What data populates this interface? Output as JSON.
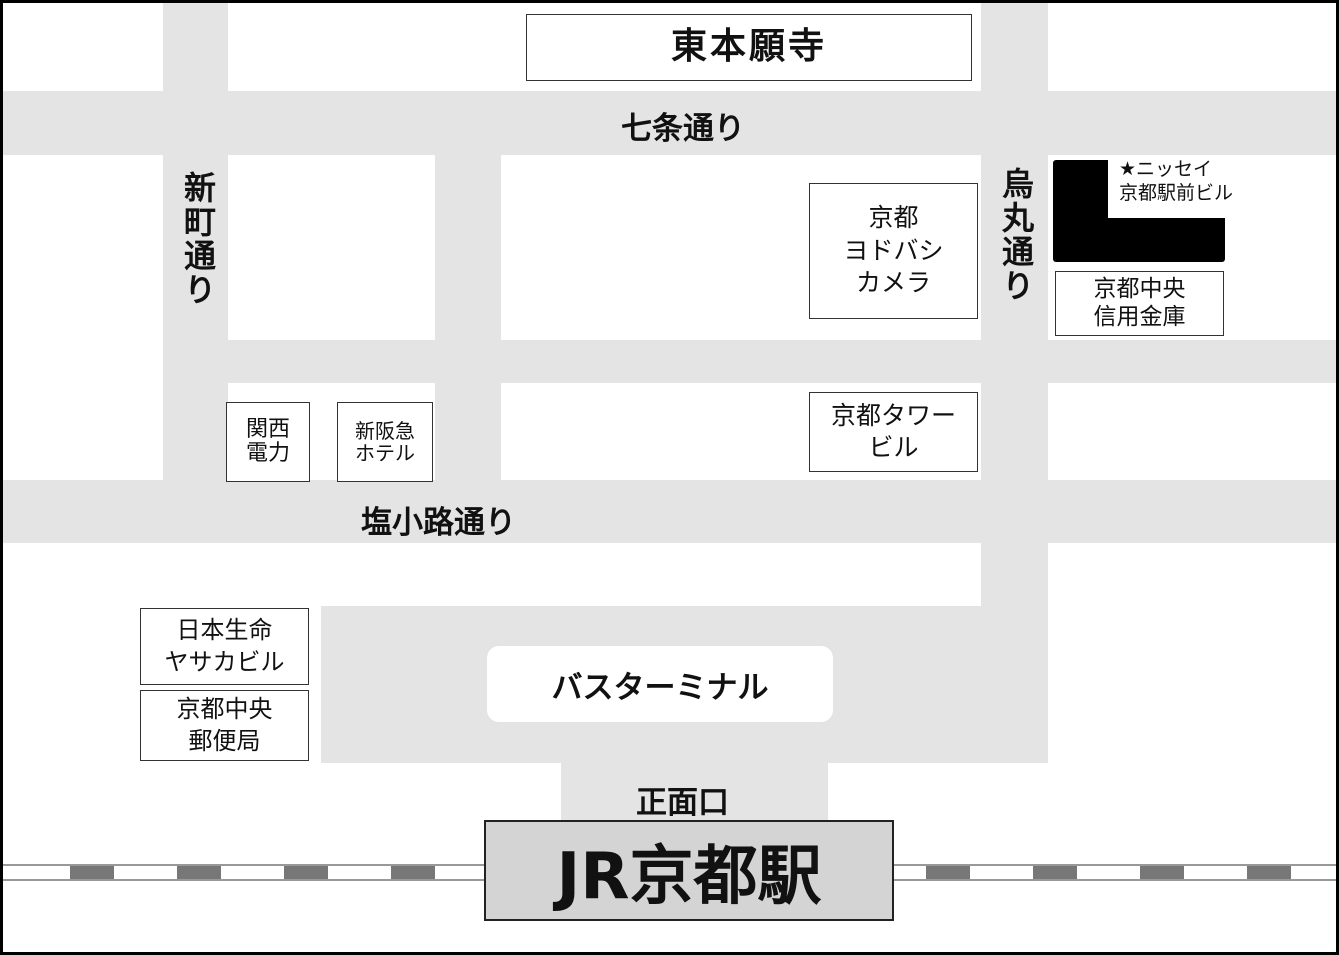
{
  "roads": {
    "shichijo": "七条通り",
    "shinmachi": "新町通り",
    "karasuma": "烏丸通り",
    "shiokoji": "塩小路通り"
  },
  "buildings": {
    "higashi_honganji": "東本願寺",
    "yodobashi": "京都\nヨドバシ\nカメラ",
    "kyoto_tower": "京都タワー\nビル",
    "kansai_denryoku": "関西\n電力",
    "shin_hankyu": "新阪急\nホテル",
    "nissay_label": "★ニッセイ\n京都駅前ビル",
    "shinkin": "京都中央\n信用金庫",
    "nihon_seimei": "日本生命\nヤサカビル",
    "post_office": "京都中央\n郵便局"
  },
  "bus_terminal": "バスターミナル",
  "entrance": "正面口",
  "station": "JR京都駅",
  "colors": {
    "road": "#e4e4e4",
    "station": "#d4d4d4",
    "rail_dash": "#777777",
    "nissay": "#000000"
  }
}
